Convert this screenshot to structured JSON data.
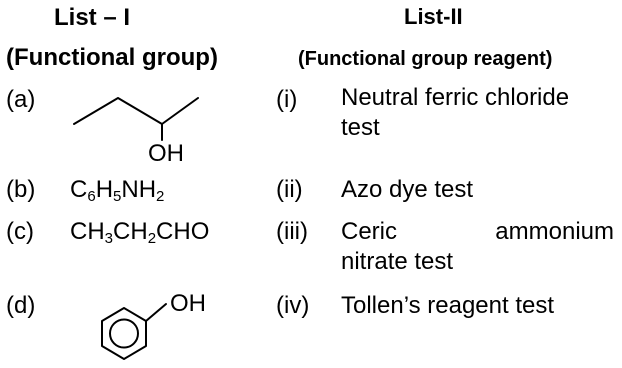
{
  "list1": {
    "title": "List – I",
    "subtitle": "(Functional group)",
    "items": [
      {
        "marker": "(a)",
        "structure_label": "OH"
      },
      {
        "marker": "(b)",
        "formula_parts": [
          "C",
          "6",
          "H",
          "5",
          "NH",
          "2"
        ]
      },
      {
        "marker": "(c)",
        "formula_parts": [
          "CH",
          "3",
          "CH",
          "2",
          "CHO"
        ]
      },
      {
        "marker": "(d)",
        "structure_label": "OH"
      }
    ]
  },
  "list2": {
    "title": "List-II",
    "subtitle": "(Functional group reagent)",
    "items": [
      {
        "marker": "(i)",
        "line1": "Neutral ferric chloride",
        "line2": "test"
      },
      {
        "marker": "(ii)",
        "text": "Azo dye test"
      },
      {
        "marker": "(iii)",
        "line1_word1": "Ceric",
        "line1_word2": "ammonium",
        "line2": "nitrate test"
      },
      {
        "marker": "(iv)",
        "text": "Tollen’s reagent test"
      }
    ]
  }
}
